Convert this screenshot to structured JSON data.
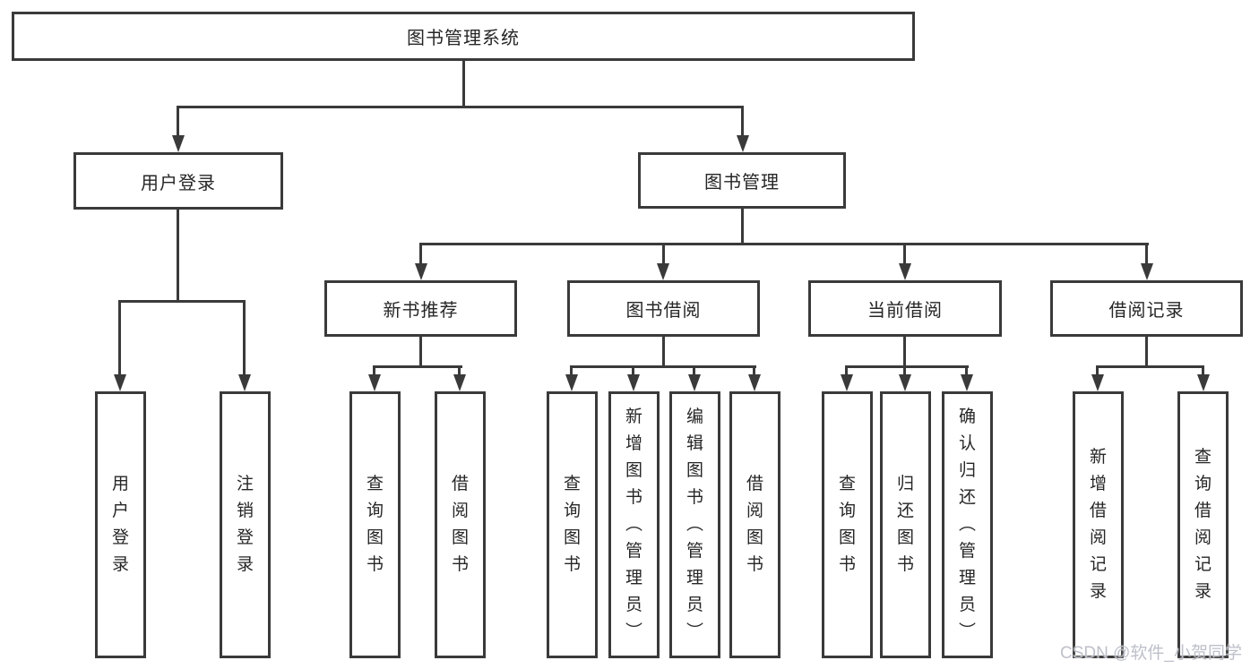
{
  "diagram": {
    "type": "tree",
    "root": {
      "label": "图书管理系统"
    },
    "branches": [
      {
        "label": "用户登录",
        "children": [
          {
            "label": "用户登录"
          },
          {
            "label": "注销登录"
          }
        ]
      },
      {
        "label": "图书管理",
        "children": [
          {
            "label": "新书推荐",
            "children": [
              {
                "label": "查询图书"
              },
              {
                "label": "借阅图书"
              }
            ]
          },
          {
            "label": "图书借阅",
            "children": [
              {
                "label": "查询图书"
              },
              {
                "label": "新增图书（管理员）"
              },
              {
                "label": "编辑图书（管理员）"
              },
              {
                "label": "借阅图书"
              }
            ]
          },
          {
            "label": "当前借阅",
            "children": [
              {
                "label": "查询图书"
              },
              {
                "label": "归还图书"
              },
              {
                "label": "确认归还（管理员）"
              }
            ]
          },
          {
            "label": "借阅记录",
            "children": [
              {
                "label": "新增借阅记录"
              },
              {
                "label": "查询借阅记录"
              }
            ]
          }
        ]
      }
    ],
    "watermark": "CSDN @软件_小贺同学",
    "colors": {
      "line": "#3a3a3a",
      "border": "#3a3a3a",
      "text": "#262626",
      "background": "#ffffff",
      "watermark": "#babdc7"
    }
  }
}
